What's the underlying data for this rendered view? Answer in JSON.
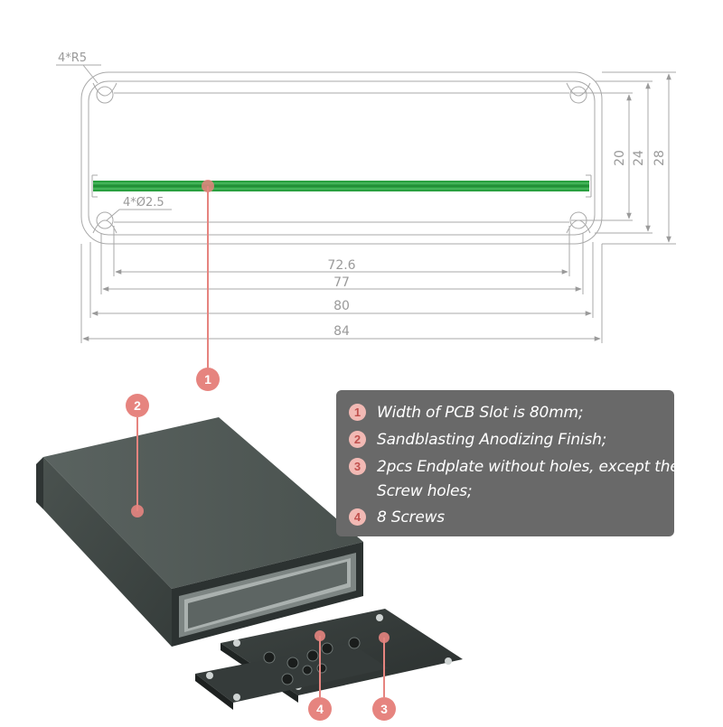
{
  "drawing": {
    "corner_radius_label": "4*R5",
    "hole_label": "4*Ø2.5",
    "dim_72_6": "72.6",
    "dim_77": "77",
    "dim_80": "80",
    "dim_84": "84",
    "dim_20": "20",
    "dim_24": "24",
    "dim_28": "28",
    "pcb_color": "#2aa040"
  },
  "callouts": {
    "c1": "1",
    "c2": "2",
    "c3": "3",
    "c4": "4"
  },
  "colors": {
    "callout_marker": "#e6847f",
    "badge_bg": "#f2b9b4",
    "badge_text": "#c0504d",
    "panel_bg": "#696969",
    "enclosure": "#3c4441"
  },
  "features": [
    {
      "number": "1",
      "text": "Width of PCB Slot is 80mm;"
    },
    {
      "number": "2",
      "text": "Sandblasting Anodizing Finish;"
    },
    {
      "number": "3",
      "text": "2pcs Endplate without holes, except the",
      "text_cont": "Screw holes;"
    },
    {
      "number": "4",
      "text": "8 Screws"
    }
  ]
}
